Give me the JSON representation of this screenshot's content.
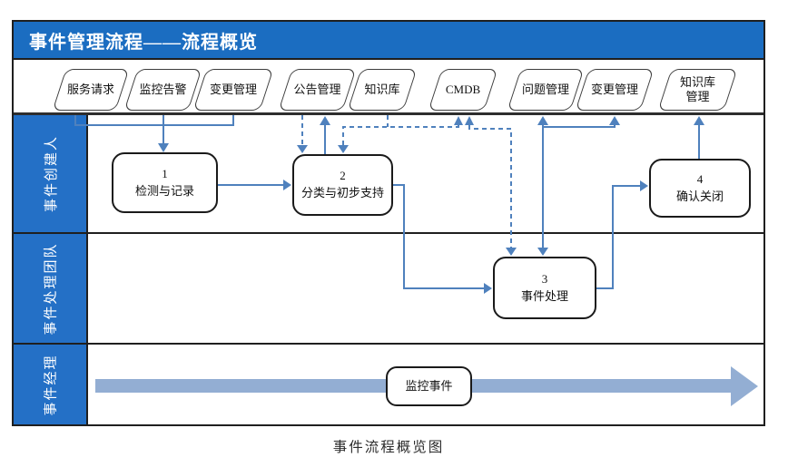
{
  "title": {
    "text": "事件管理流程——流程概览"
  },
  "caption": {
    "text": "事件流程概览图"
  },
  "colors": {
    "header_blue": "#1b6dc1",
    "lane_blue": "#2470c6",
    "connector_blue": "#4f81bd",
    "monitor_arrow_blue": "#93aed3",
    "shape_border": "#1a1a1a"
  },
  "band": {
    "items": [
      {
        "label": "服务请求"
      },
      {
        "label": "监控告警"
      },
      {
        "label": "变更管理"
      },
      {
        "label": "公告管理"
      },
      {
        "label": "知识库"
      },
      {
        "label": "CMDB"
      },
      {
        "label": "问题管理"
      },
      {
        "label": "变更管理"
      },
      {
        "label": "知识库\n管理"
      }
    ]
  },
  "lanes": [
    {
      "label": "事件创建人"
    },
    {
      "label": "事件处理团队"
    },
    {
      "label": "事件经理"
    }
  ],
  "steps": [
    {
      "num": "1",
      "label": "检测与记录"
    },
    {
      "num": "2",
      "label": "分类与初步支持"
    },
    {
      "num": "3",
      "label": "事件处理"
    },
    {
      "num": "4",
      "label": "确认关闭"
    }
  ],
  "monitor": {
    "label": "监控事件"
  }
}
